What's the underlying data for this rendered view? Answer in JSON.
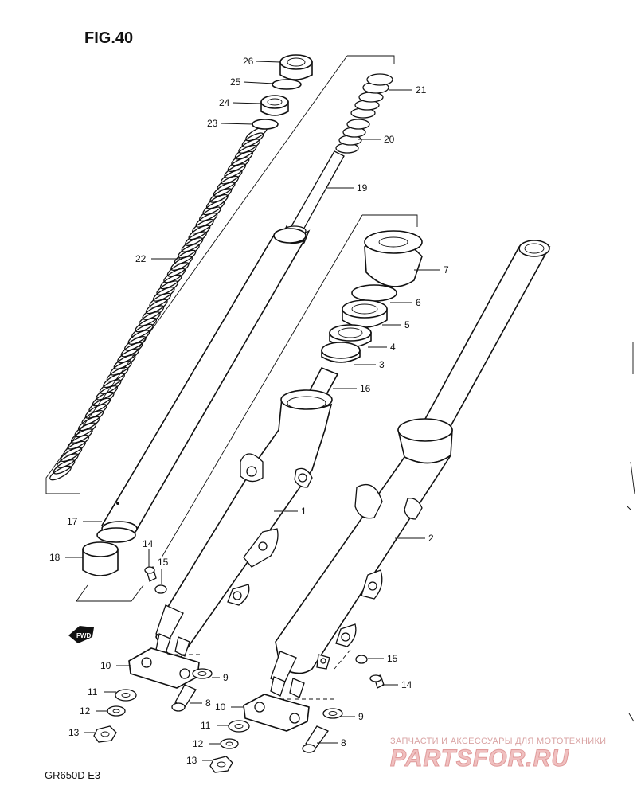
{
  "figure": {
    "title": "FIG.40",
    "model": "GR650D E3",
    "fwd_label": "FWD"
  },
  "callouts": [
    {
      "id": "c26",
      "number": "26"
    },
    {
      "id": "c25",
      "number": "25"
    },
    {
      "id": "c24",
      "number": "24"
    },
    {
      "id": "c23",
      "number": "23"
    },
    {
      "id": "c22",
      "number": "22"
    },
    {
      "id": "c21",
      "number": "21"
    },
    {
      "id": "c20",
      "number": "20"
    },
    {
      "id": "c19",
      "number": "19"
    },
    {
      "id": "c7",
      "number": "7"
    },
    {
      "id": "c6",
      "number": "6"
    },
    {
      "id": "c5",
      "number": "5"
    },
    {
      "id": "c4",
      "number": "4"
    },
    {
      "id": "c3",
      "number": "3"
    },
    {
      "id": "c16",
      "number": "16"
    },
    {
      "id": "c1",
      "number": "1"
    },
    {
      "id": "c2",
      "number": "2"
    },
    {
      "id": "c17",
      "number": "17"
    },
    {
      "id": "c18",
      "number": "18"
    },
    {
      "id": "c14a",
      "number": "14"
    },
    {
      "id": "c15a",
      "number": "15"
    },
    {
      "id": "c10a",
      "number": "10"
    },
    {
      "id": "c9a",
      "number": "9"
    },
    {
      "id": "c11a",
      "number": "11"
    },
    {
      "id": "c8a",
      "number": "8"
    },
    {
      "id": "c12a",
      "number": "12"
    },
    {
      "id": "c13a",
      "number": "13"
    },
    {
      "id": "c15b",
      "number": "15"
    },
    {
      "id": "c14b",
      "number": "14"
    },
    {
      "id": "c10b",
      "number": "10"
    },
    {
      "id": "c9b",
      "number": "9"
    },
    {
      "id": "c11b",
      "number": "11"
    },
    {
      "id": "c8b",
      "number": "8"
    },
    {
      "id": "c12b",
      "number": "12"
    },
    {
      "id": "c13b",
      "number": "13"
    }
  ],
  "watermark": {
    "tagline": "ЗАПЧАСТИ И АКСЕССУАРЫ ДЛЯ МОТОТЕХНИКИ",
    "brand": "PARTSFOR.RU",
    "color_light": "#f0c0c0",
    "color_dark": "#e09a9a"
  }
}
